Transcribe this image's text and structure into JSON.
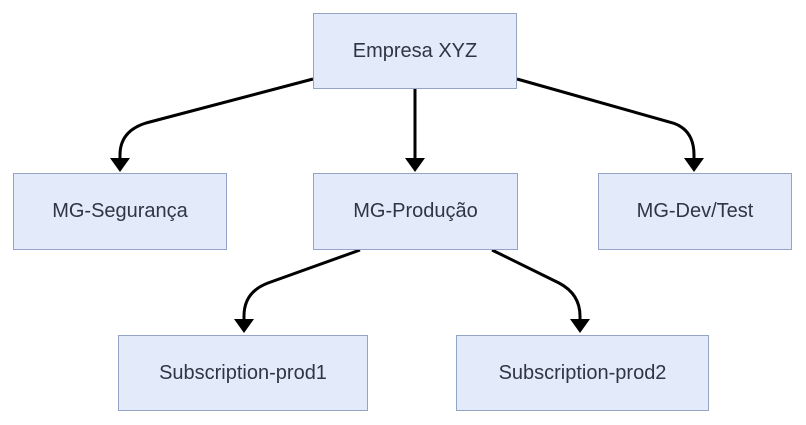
{
  "diagram": {
    "root": {
      "label": "Empresa XYZ"
    },
    "management_groups": [
      {
        "label": "MG-Segurança"
      },
      {
        "label": "MG-Produção"
      },
      {
        "label": "MG-Dev/Test"
      }
    ],
    "subscriptions": [
      {
        "label": "Subscription-prod1"
      },
      {
        "label": "Subscription-prod2"
      }
    ],
    "edges": [
      {
        "from": "Empresa XYZ",
        "to": "MG-Segurança"
      },
      {
        "from": "Empresa XYZ",
        "to": "MG-Produção"
      },
      {
        "from": "Empresa XYZ",
        "to": "MG-Dev/Test"
      },
      {
        "from": "MG-Produção",
        "to": "Subscription-prod1"
      },
      {
        "from": "MG-Produção",
        "to": "Subscription-prod2"
      }
    ],
    "colors": {
      "node_fill": "#e3ebfb",
      "node_border": "#95a3c6",
      "text": "#2f3545",
      "edge": "#000000"
    }
  }
}
